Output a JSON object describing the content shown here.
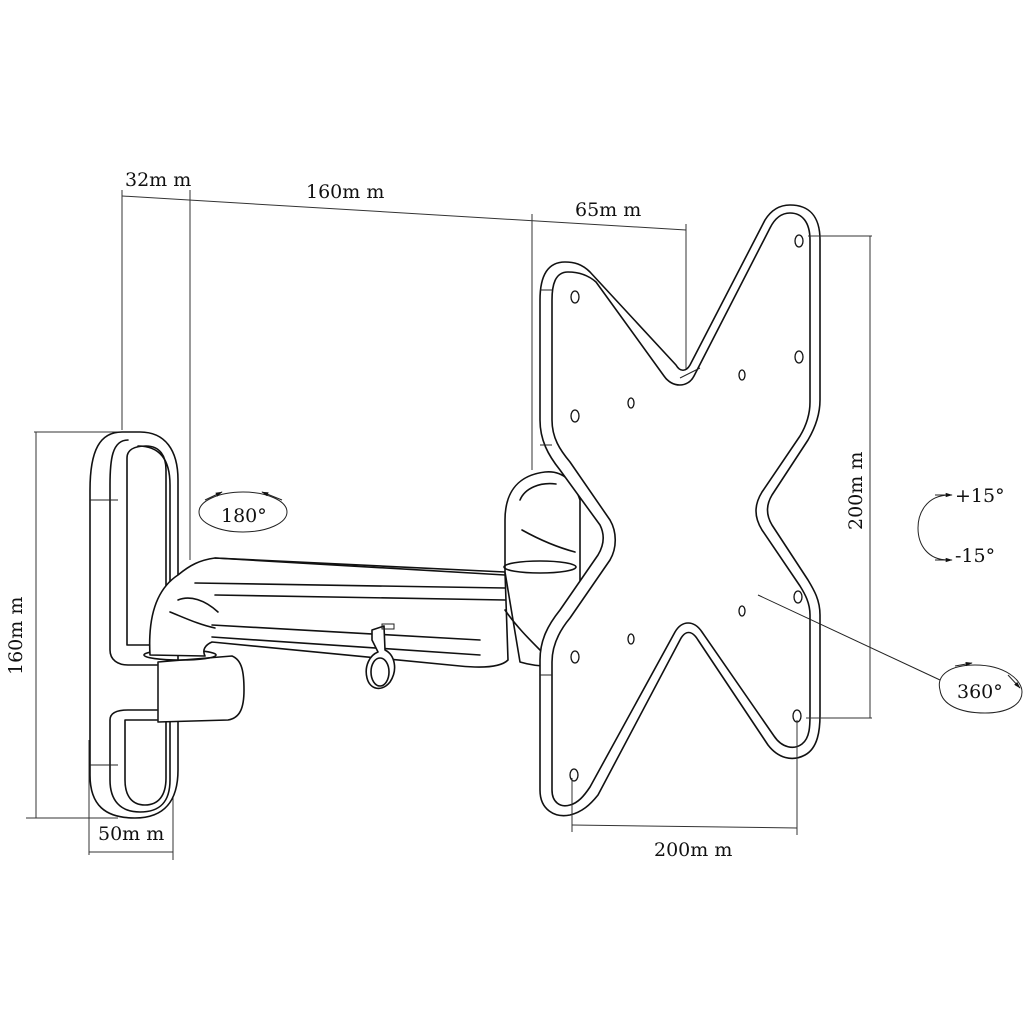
{
  "diagram": {
    "subject": "Articulating TV wall mount",
    "dimensions": {
      "wall_plate_offset": "32m m",
      "arm_length": "160m m",
      "bracket_depth": "65m m",
      "wall_plate_height": "160m m",
      "wall_plate_width": "50m m",
      "vesa_vertical": "200m m",
      "vesa_horizontal": "200m m"
    },
    "rotations": {
      "swivel": "180°",
      "tilt_up": "+15°",
      "tilt_down": "-15°",
      "rotate": "360°"
    },
    "colors": {
      "line": "#111111",
      "background": "#ffffff"
    }
  }
}
